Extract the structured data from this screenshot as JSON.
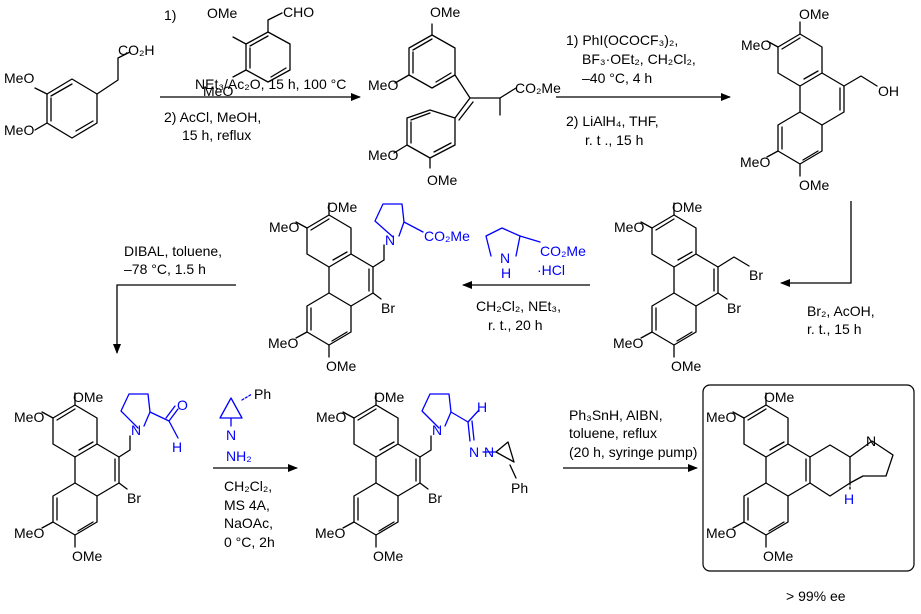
{
  "compounds": {
    "c1": {
      "lbl_co2h": "CO₂H",
      "lbl_meo1": "MeO",
      "lbl_meo2": "MeO"
    },
    "c2": {
      "lbl_ome1": "OMe",
      "lbl_meo1": "MeO",
      "lbl_co2me": "CO₂Me",
      "lbl_meo2": "MeO",
      "lbl_ome2": "OMe"
    },
    "c3": {
      "lbl_ome1": "OMe",
      "lbl_meo1": "MeO",
      "lbl_oh": "OH",
      "lbl_meo2": "MeO",
      "lbl_ome2": "OMe"
    },
    "c4": {
      "lbl_ome1": "OMe",
      "lbl_meo1": "MeO",
      "lbl_br1": "Br",
      "lbl_br2": "Br",
      "lbl_meo2": "MeO",
      "lbl_ome2": "OMe"
    },
    "c5": {
      "lbl_ome1": "OMe",
      "lbl_meo1": "MeO",
      "lbl_n": "N",
      "lbl_co2me": "CO₂Me",
      "lbl_br": "Br",
      "lbl_meo2": "MeO",
      "lbl_ome2": "OMe"
    },
    "c6": {
      "lbl_ome1": "OMe",
      "lbl_meo1": "MeO",
      "lbl_n": "N",
      "lbl_o": "O",
      "lbl_h": "H",
      "lbl_br": "Br",
      "lbl_meo2": "MeO",
      "lbl_ome2": "OMe"
    },
    "c7": {
      "lbl_ome1": "OMe",
      "lbl_meo1": "MeO",
      "lbl_n": "N",
      "lbl_h": "H",
      "lbl_n2": "N",
      "lbl_n3": "N",
      "lbl_ph": "Ph",
      "lbl_br": "Br",
      "lbl_meo2": "MeO",
      "lbl_ome2": "OMe"
    },
    "c8": {
      "lbl_ome1": "OMe",
      "lbl_meo1": "MeO",
      "lbl_n": "N",
      "lbl_h": "H",
      "lbl_meo2": "MeO",
      "lbl_ome2": "OMe",
      "ee": "> 99% ee"
    }
  },
  "reagents": {
    "aldehyde": {
      "lbl_cho": "CHO",
      "lbl_ome": "OMe",
      "lbl_meo": "MeO"
    },
    "proline": {
      "lbl_nh": "N",
      "lbl_h": "H",
      "lbl_co2me": "CO₂Me",
      "lbl_hcl": "·HCl"
    },
    "aziridine": {
      "lbl_ph": "Ph",
      "lbl_n": "N",
      "lbl_nh2": "NH₂"
    }
  },
  "steps": {
    "s1": {
      "l1": "1)",
      "l2": "NEt₃/Ac₂O, 15 h, 100 °C",
      "l3": "2) AcCl, MeOH,",
      "l4": "15 h, reflux"
    },
    "s2": {
      "l1": "1) PhI(OCOCF₃)₂,",
      "l2": "BF₃·OEt₂, CH₂Cl₂,",
      "l3": "–40 °C, 4 h",
      "l4": "2) LiAlH₄, THF,",
      "l5": "r. t ., 15 h"
    },
    "s3": {
      "l1": "Br₂, AcOH,",
      "l2": "r. t., 15 h"
    },
    "s4": {
      "l1": "CH₂Cl₂, NEt₃,",
      "l2": "r. t., 20 h"
    },
    "s5": {
      "l1": "DIBAL, toluene,",
      "l2": "–78 °C, 1.5 h"
    },
    "s6": {
      "l1": "CH₂Cl₂,",
      "l2": "MS 4A,",
      "l3": "NaOAc,",
      "l4": "0 °C, 2h"
    },
    "s7": {
      "l1": "Ph₃SnH, AIBN,",
      "l2": "toluene, reflux",
      "l3": "(20 h, syringe pump)"
    }
  }
}
